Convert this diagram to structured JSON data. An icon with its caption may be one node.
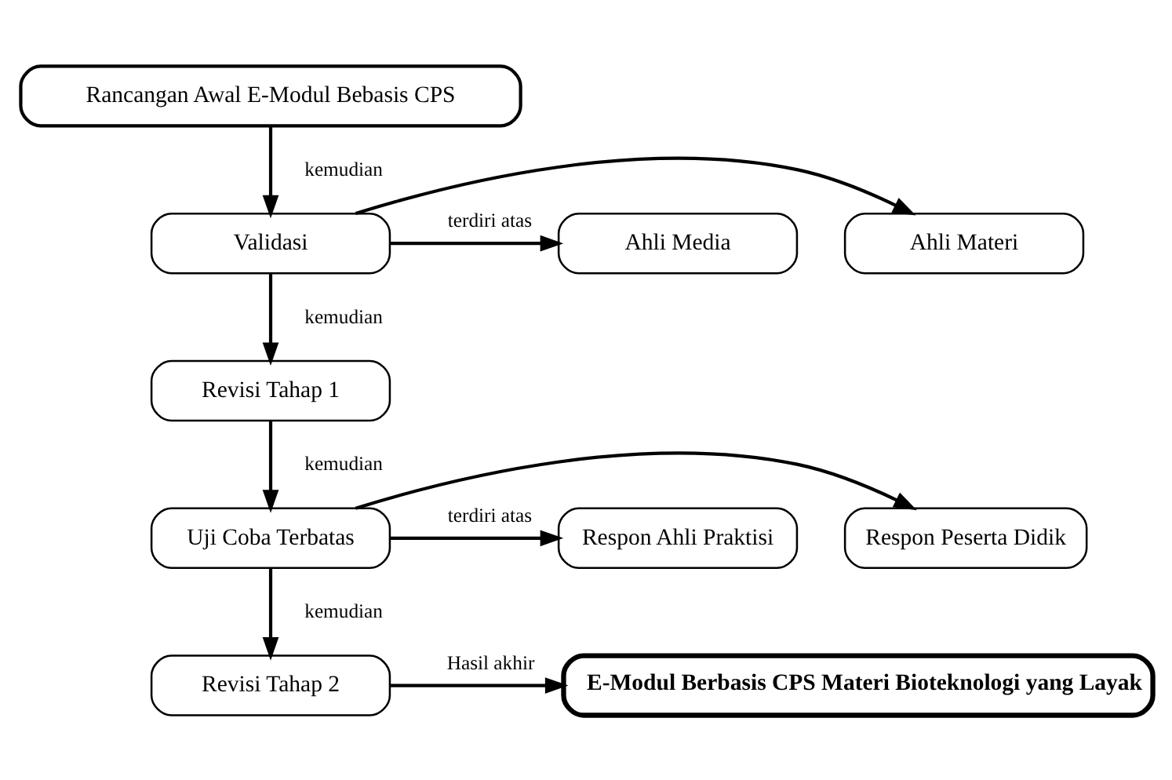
{
  "diagram": {
    "nodes": [
      {
        "text": [
          "Rancangan Awal E-Modul Bebasis CPS"
        ]
      },
      {
        "text": [
          "Validasi"
        ]
      },
      {
        "text": [
          "Ahli Media"
        ]
      },
      {
        "text": [
          "Ahli Materi"
        ]
      },
      {
        "text": [
          "Revisi Tahap 1"
        ]
      },
      {
        "text": [
          "Uji Coba Terbatas"
        ]
      },
      {
        "text": [
          "Respon Ahli Praktisi"
        ]
      },
      {
        "text": [
          "Respon Peserta Didik"
        ]
      },
      {
        "text": [
          "Revisi Tahap 2"
        ]
      },
      {
        "text": [
          "E-Modul Berbasis CPS Materi Bioteknologi yang Layak"
        ]
      }
    ],
    "edges": [
      {
        "from": 0,
        "to": 1,
        "arrow": "to",
        "label": "kemudian"
      },
      {
        "from": 1,
        "to": 2,
        "arrow": "to",
        "label": "terdiri atas"
      },
      {
        "from": 1,
        "to": 3,
        "arrow": "to"
      },
      {
        "from": 1,
        "to": 4,
        "arrow": "to",
        "label": "kemudian"
      },
      {
        "from": 4,
        "to": 5,
        "arrow": "to",
        "label": "kemudian"
      },
      {
        "from": 5,
        "to": 6,
        "arrow": "to",
        "label": "terdiri atas"
      },
      {
        "from": 5,
        "to": 7,
        "arrow": "to"
      },
      {
        "from": 5,
        "to": 8,
        "arrow": "to",
        "label": "kemudian"
      },
      {
        "from": 8,
        "to": 9,
        "arrow": "to",
        "label": "Hasil akhir"
      }
    ]
  }
}
